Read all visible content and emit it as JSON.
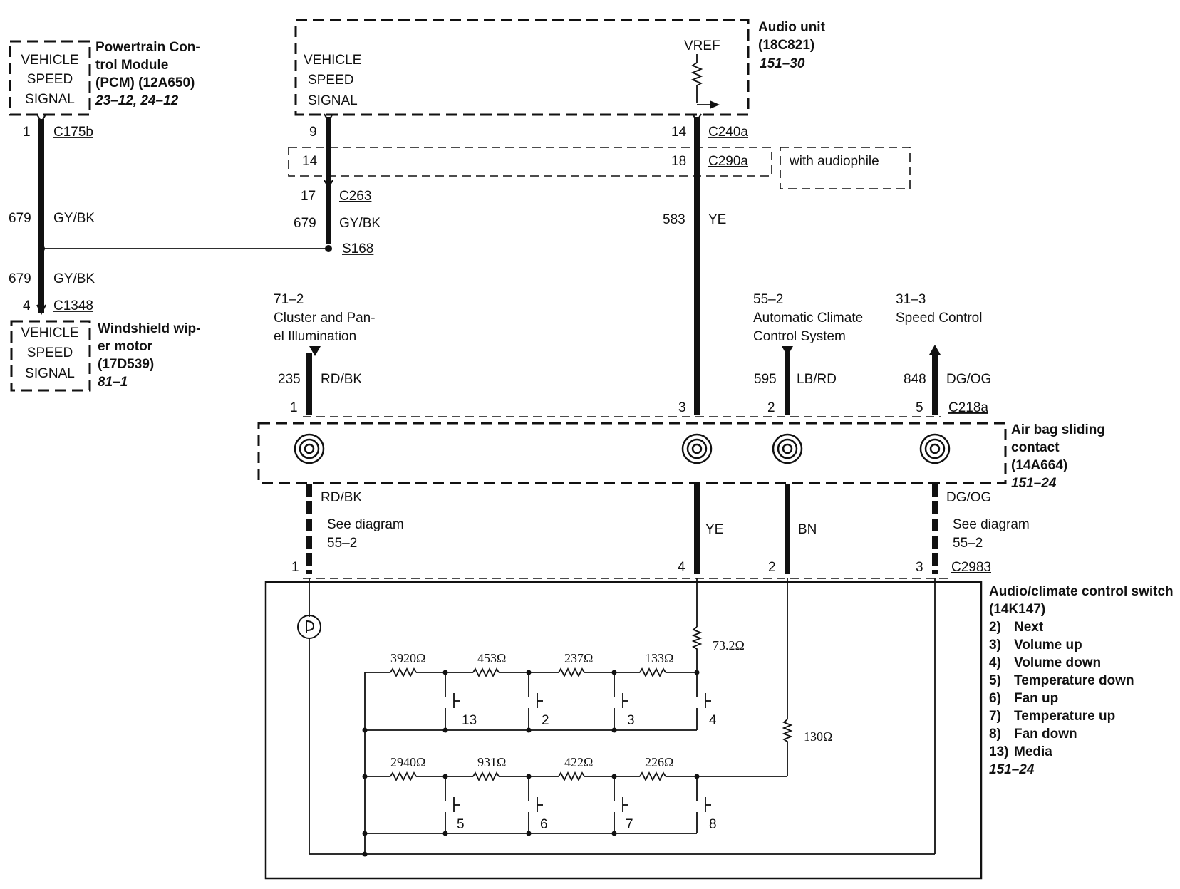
{
  "pcm": {
    "box": [
      "VEHICLE",
      "SPEED",
      "SIGNAL"
    ],
    "title": [
      "Powertrain Con-",
      "trol Module",
      "(PCM) (12A650)"
    ],
    "ref": "23–12, 24–12"
  },
  "audio_unit": {
    "box": [
      "VEHICLE",
      "SPEED",
      "SIGNAL"
    ],
    "vref": "VREF",
    "title": [
      "Audio unit",
      "(18C821)"
    ],
    "ref": "151–30"
  },
  "wiper": {
    "box": [
      "VEHICLE",
      "SPEED",
      "SIGNAL"
    ],
    "title": [
      "Windshield wip-",
      "er motor",
      "(17D539)"
    ],
    "ref": "81–1"
  },
  "left_wire": {
    "pin_top": "1",
    "conn_top": "C175b",
    "circuit_a": "679",
    "color_a": "GY/BK",
    "circuit_b": "679",
    "color_b": "GY/BK",
    "pin_bottom": "4",
    "conn_bottom": "C1348"
  },
  "vss_wire": {
    "pin_9": "9",
    "pin_14": "14",
    "pin_17": "17",
    "conn": "C263",
    "circuit": "679",
    "color": "GY/BK",
    "splice": "S168"
  },
  "vref_wire": {
    "pin_14": "14",
    "conn_a": "C240a",
    "pin_18": "18",
    "conn_b": "C290a",
    "circuit": "583",
    "color": "YE"
  },
  "audiophile": "with audiophile",
  "branches": {
    "cluster": {
      "ref": "71–2",
      "name": [
        "Cluster and Pan-",
        "el Illumination"
      ],
      "circuit": "235",
      "color": "RD/BK",
      "pin": "1"
    },
    "climate": {
      "ref": "55–2",
      "name": [
        "Automatic Climate",
        "Control System"
      ],
      "circuit": "595",
      "color": "LB/RD",
      "pin": "2"
    },
    "speed": {
      "ref": "31–3",
      "name": [
        "Speed Control"
      ],
      "circuit": "848",
      "color": "DG/OG",
      "pin": "5",
      "conn": "C218a"
    },
    "ye_pin": "3"
  },
  "airbag": {
    "title": [
      "Air bag sliding",
      "contact",
      "(14A664)"
    ],
    "ref": "151–24"
  },
  "lower_wires": {
    "rd_color": "RD/BK",
    "see_left": [
      "See diagram",
      "55–2"
    ],
    "ye_color": "YE",
    "bn_color": "BN",
    "dg_color": "DG/OG",
    "see_right": [
      "See diagram",
      "55–2"
    ],
    "pins": [
      "1",
      "4",
      "2",
      "3"
    ],
    "conn": "C2983"
  },
  "switch": {
    "title": [
      "Audio/climate control switch",
      "(14K147)"
    ],
    "items": [
      {
        "num": "2)",
        "label": "Next"
      },
      {
        "num": "3)",
        "label": "Volume up"
      },
      {
        "num": "4)",
        "label": "Volume down"
      },
      {
        "num": "5)",
        "label": "Temperature down"
      },
      {
        "num": "6)",
        "label": "Fan up"
      },
      {
        "num": "7)",
        "label": "Temperature up"
      },
      {
        "num": "8)",
        "label": "Fan down"
      },
      {
        "num": "13)",
        "label": "Media"
      }
    ],
    "ref": "151–24"
  },
  "resistors": {
    "r_top": "73.2Ω",
    "r_side": "130Ω",
    "row1": [
      "3920Ω",
      "453Ω",
      "237Ω",
      "133Ω"
    ],
    "row2": [
      "2940Ω",
      "931Ω",
      "422Ω",
      "226Ω"
    ],
    "sw_row1": [
      "13",
      "2",
      "3",
      "4"
    ],
    "sw_row2": [
      "5",
      "6",
      "7",
      "8"
    ]
  }
}
